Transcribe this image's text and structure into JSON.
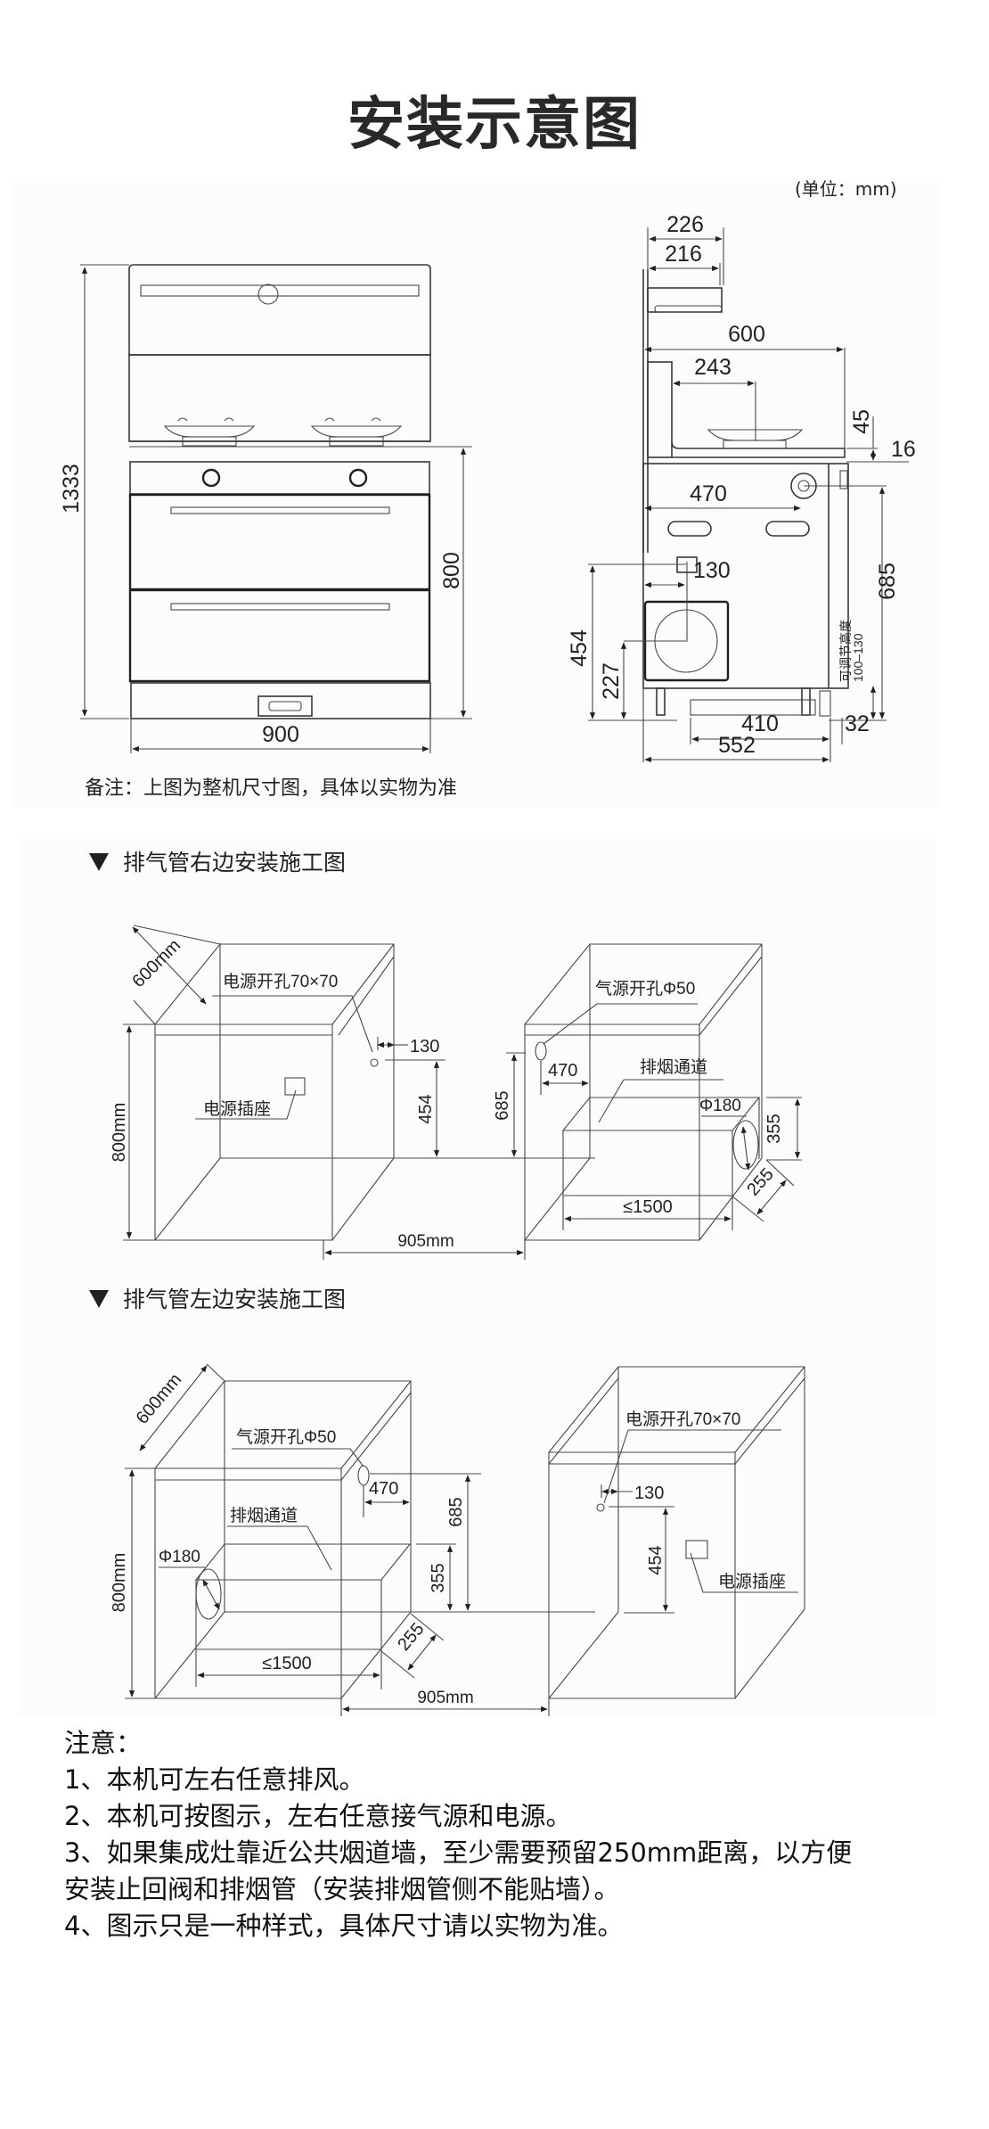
{
  "page": {
    "title": "安装示意图",
    "unit_label": "(单位：mm)",
    "remark": "备注：上图为整机尺寸图，具体以实物为准"
  },
  "front_view": {
    "dims": {
      "total_height": "1333",
      "counter_height": "800",
      "width": "900"
    }
  },
  "side_view": {
    "dims": {
      "hood_depth_outer": "226",
      "hood_depth_inner": "216",
      "depth": "600",
      "burner_offset": "243",
      "burner_height": "45",
      "counter_thickness": "16",
      "gas_inlet_offset": "470",
      "power_offset": "130",
      "gas_inlet_height": "685",
      "power_height": "454",
      "fan_center_height": "227",
      "base_inner": "410",
      "base_outer": "552",
      "base_overhang": "32"
    },
    "adjustable_label_line1": "可调节高度",
    "adjustable_label_line2": "100–130"
  },
  "section_right": {
    "title": "排气管右边安装施工图",
    "left_cabinet": {
      "depth": "600mm",
      "height": "800mm",
      "power_hole": "电源开孔70×70",
      "power_hole_offset": "130",
      "power_hole_height": "454",
      "socket": "电源插座"
    },
    "right_cabinet": {
      "gas_hole": "气源开孔Φ50",
      "gas_hole_offset": "470",
      "gas_hole_height": "685",
      "flue": "排烟通道",
      "flue_diameter": "Φ180",
      "flue_height": "355",
      "flue_depth": "255",
      "flue_length": "≤1500"
    },
    "gap": "905mm"
  },
  "section_left": {
    "title": "排气管左边安装施工图",
    "left_cabinet": {
      "depth": "600mm",
      "height": "800mm",
      "gas_hole": "气源开孔Φ50",
      "gas_hole_offset": "470",
      "gas_hole_height": "685",
      "flue": "排烟通道",
      "flue_diameter": "Φ180",
      "flue_height": "355",
      "flue_depth": "255",
      "flue_length": "≤1500"
    },
    "right_cabinet": {
      "power_hole": "电源开孔70×70",
      "power_hole_offset": "130",
      "power_hole_height": "454",
      "socket": "电源插座"
    },
    "gap": "905mm"
  },
  "notes": {
    "heading": "注意：",
    "items": [
      "1、本机可左右任意排风。",
      "2、本机可按图示，左右任意接气源和电源。",
      "3、如果集成灶靠近公共烟道墙，至少需要预留250mm距离，以方便",
      "安装止回阀和排烟管（安装排烟管侧不能贴墙）。",
      "4、图示只是一种样式，具体尺寸请以实物为准。"
    ]
  }
}
